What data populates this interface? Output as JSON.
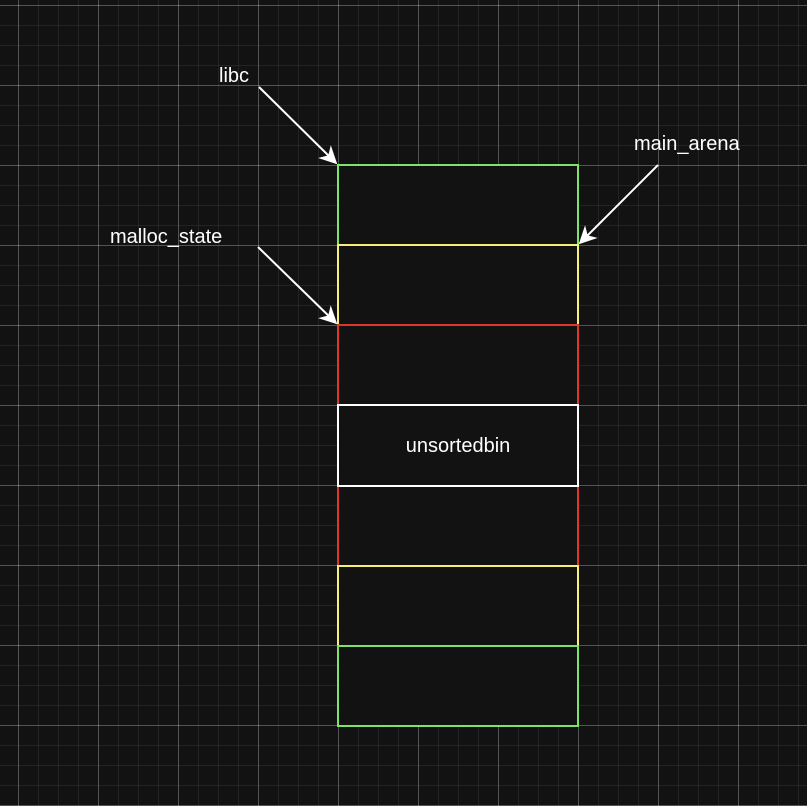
{
  "labels": {
    "libc": "libc",
    "main_arena": "main_arena",
    "malloc_state": "malloc_state",
    "unsortedbin": "unsortedbin"
  },
  "blocks": [
    {
      "name": "block-1",
      "border": "#7fe36a",
      "text": ""
    },
    {
      "name": "block-2",
      "border": "#f5ef7a",
      "text": ""
    },
    {
      "name": "block-3",
      "border": "#d9392b",
      "text": ""
    },
    {
      "name": "block-unsortedbin",
      "border": "#ffffff",
      "text": "unsortedbin"
    },
    {
      "name": "block-5",
      "border": "#d9392b",
      "text": ""
    },
    {
      "name": "block-6",
      "border": "#f5ef7a",
      "text": ""
    },
    {
      "name": "block-7",
      "border": "#7fe36a",
      "text": ""
    }
  ],
  "colors": {
    "background": "#121212",
    "arrow": "#ffffff",
    "text": "#ffffff"
  }
}
